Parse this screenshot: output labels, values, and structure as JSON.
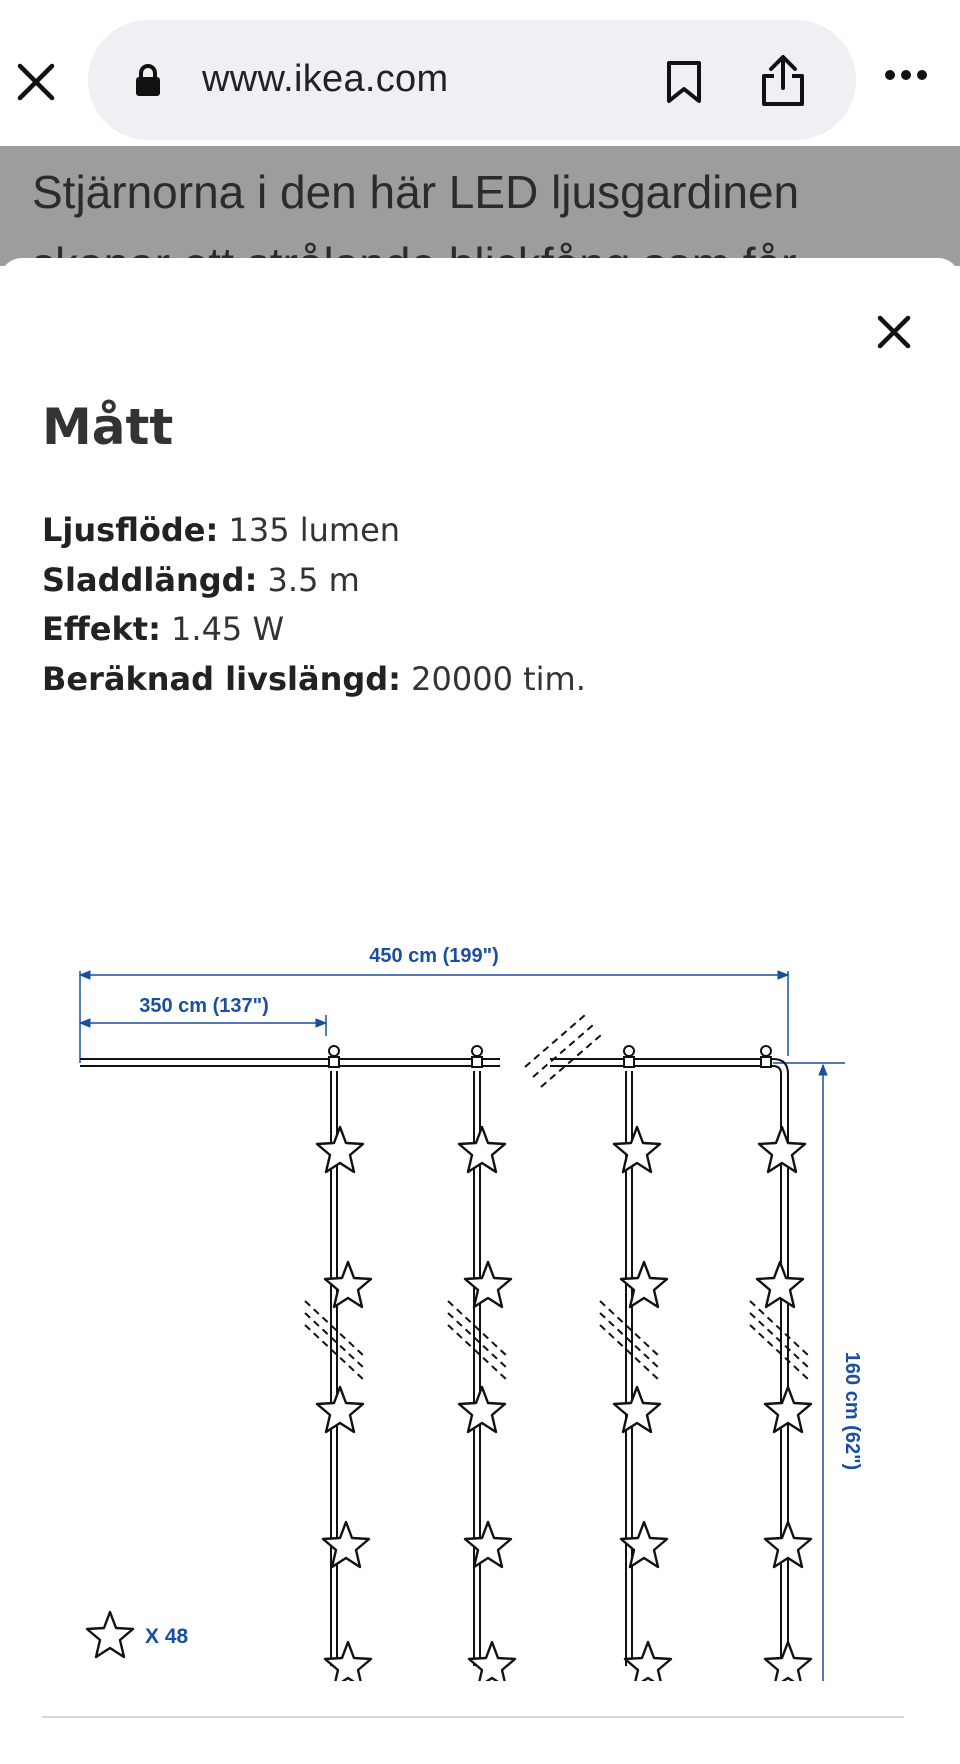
{
  "browser": {
    "url": "www.ikea.com",
    "icons": [
      "close-icon",
      "lock-icon",
      "bookmark-icon",
      "share-icon",
      "more-icon"
    ]
  },
  "background_text": {
    "line1": "Stjärnorna i den här LED ljusgardinen",
    "line2": "skapar ett strålande blickfång som får"
  },
  "sheet": {
    "title": "Mått",
    "specs": [
      {
        "label": "Ljusflöde:",
        "value": "135 lumen"
      },
      {
        "label": "Sladdlängd:",
        "value": "3.5 m"
      },
      {
        "label": "Effekt:",
        "value": "1.45 W"
      },
      {
        "label": "Beräknad livslängd:",
        "value": "20000 tim."
      }
    ]
  },
  "diagram": {
    "total_width_label": "450 cm (199\")",
    "cord_length_label": "350 cm (137\")",
    "height_label": "160 cm (62\")",
    "star_count_label": "X 48",
    "accent_color": "#1a4fa0"
  }
}
